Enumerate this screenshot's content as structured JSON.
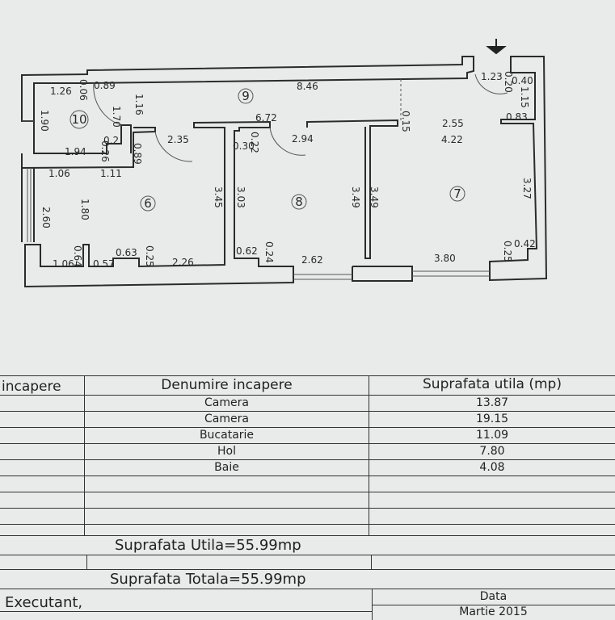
{
  "plan": {
    "rooms": [
      "10",
      "9",
      "6",
      "8",
      "7"
    ],
    "dims": [
      "1.26",
      "0.06",
      "0.89",
      "1.16",
      "1.70",
      "1.90",
      "8.46",
      "6.72",
      "2.35",
      "0.2",
      "0.26",
      "1.94",
      "0.89",
      "0.22",
      "0.30",
      "2.94",
      "0.15",
      "2.55",
      "4.22",
      "1.23",
      "0.20",
      "0.40",
      "1.15",
      "0.83",
      "1.06",
      "1.11",
      "1.80",
      "2.60",
      "3.45",
      "3.03",
      "3.49",
      "3.49",
      "3.27",
      "0.64",
      "1.06",
      "0.57",
      "0.63",
      "0.25",
      "2.26",
      "0.62",
      "0.24",
      "2.62",
      "3.80",
      "0.42",
      "0.25"
    ],
    "entrance_icon": "arrow-down-icon"
  },
  "table": {
    "headers": [
      "incapere",
      "Denumire incapere",
      "Suprafata utila (mp)"
    ],
    "rows": [
      {
        "name": "Camera",
        "area": "13.87"
      },
      {
        "name": "Camera",
        "area": "19.15"
      },
      {
        "name": "Bucatarie",
        "area": "11.09"
      },
      {
        "name": "Hol",
        "area": "7.80"
      },
      {
        "name": "Baie",
        "area": "4.08"
      }
    ],
    "suprafata_utila": "Suprafata Utila=55.99mp",
    "suprafata_totala": "Suprafata Totala=55.99mp",
    "executant_label": "Executant,",
    "data_label": "Data",
    "data_value": "Martie 2015"
  }
}
